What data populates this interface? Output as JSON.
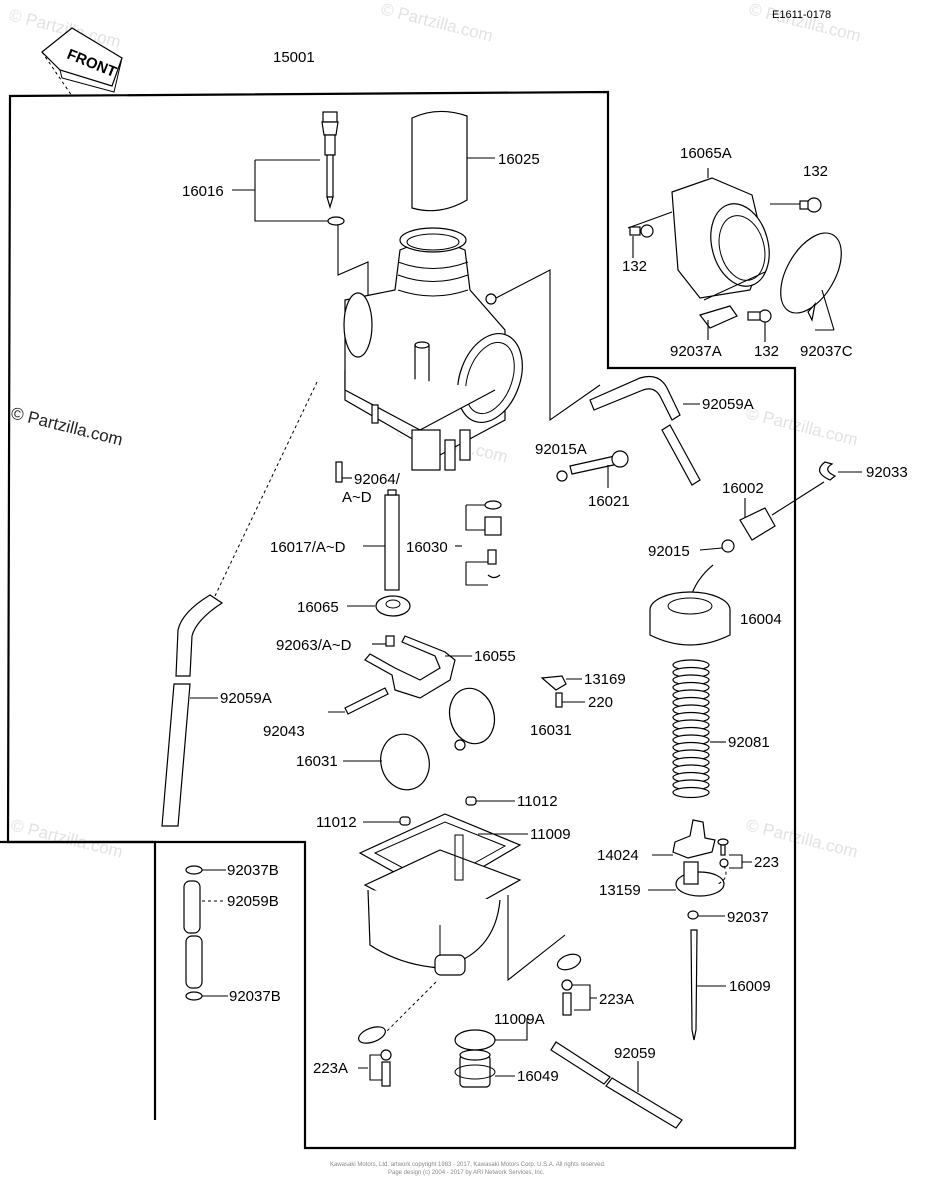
{
  "diagram": {
    "code": "E1611-0178",
    "assembly_number": "15001",
    "front_arrow_label": "FRONT",
    "watermark": "© Partzilla.com",
    "copyright_line_1": "Kawasaki Motors, Ltd. artwork copyright 1983 - 2017, Kawasaki Motors Corp. U.S.A. All rights reserved.",
    "copyright_line_2": "Page design (c) 2004 - 2017 by ARI Network Services, Inc.",
    "callouts": [
      {
        "id": "c-16016",
        "label": "16016"
      },
      {
        "id": "c-16025",
        "label": "16025"
      },
      {
        "id": "c-16065A",
        "label": "16065A"
      },
      {
        "id": "c-132-top",
        "label": "132"
      },
      {
        "id": "c-132-left",
        "label": "132"
      },
      {
        "id": "c-92037A",
        "label": "92037A"
      },
      {
        "id": "c-132-bottom",
        "label": "132"
      },
      {
        "id": "c-92037C",
        "label": "92037C"
      },
      {
        "id": "c-92059A-top",
        "label": "92059A"
      },
      {
        "id": "c-92015A",
        "label": "92015A"
      },
      {
        "id": "c-16021",
        "label": "16021"
      },
      {
        "id": "c-92033",
        "label": "92033"
      },
      {
        "id": "c-16002",
        "label": "16002"
      },
      {
        "id": "c-92015",
        "label": "92015"
      },
      {
        "id": "c-92064-1",
        "label": "92064/"
      },
      {
        "id": "c-92064-2",
        "label": "A~D"
      },
      {
        "id": "c-16017",
        "label": "16017/A~D"
      },
      {
        "id": "c-16030",
        "label": "16030"
      },
      {
        "id": "c-16004",
        "label": "16004"
      },
      {
        "id": "c-16065",
        "label": "16065"
      },
      {
        "id": "c-92063",
        "label": "92063/A~D"
      },
      {
        "id": "c-16055",
        "label": "16055"
      },
      {
        "id": "c-13169",
        "label": "13169"
      },
      {
        "id": "c-220",
        "label": "220"
      },
      {
        "id": "c-92059A-left",
        "label": "92059A"
      },
      {
        "id": "c-92043",
        "label": "92043"
      },
      {
        "id": "c-16031-right",
        "label": "16031"
      },
      {
        "id": "c-16031-left",
        "label": "16031"
      },
      {
        "id": "c-92081",
        "label": "92081"
      },
      {
        "id": "c-11012-right",
        "label": "11012"
      },
      {
        "id": "c-11012-left",
        "label": "11012"
      },
      {
        "id": "c-11009",
        "label": "11009"
      },
      {
        "id": "c-14024",
        "label": "14024"
      },
      {
        "id": "c-223",
        "label": "223"
      },
      {
        "id": "c-13159",
        "label": "13159"
      },
      {
        "id": "c-92037",
        "label": "92037"
      },
      {
        "id": "c-92037B-top",
        "label": "92037B"
      },
      {
        "id": "c-92059B",
        "label": "92059B"
      },
      {
        "id": "c-92037B-bottom",
        "label": "92037B"
      },
      {
        "id": "c-16009",
        "label": "16009"
      },
      {
        "id": "c-223A-right",
        "label": "223A"
      },
      {
        "id": "c-11009A",
        "label": "11009A"
      },
      {
        "id": "c-92059",
        "label": "92059"
      },
      {
        "id": "c-223A-left",
        "label": "223A"
      },
      {
        "id": "c-16049",
        "label": "16049"
      }
    ]
  }
}
